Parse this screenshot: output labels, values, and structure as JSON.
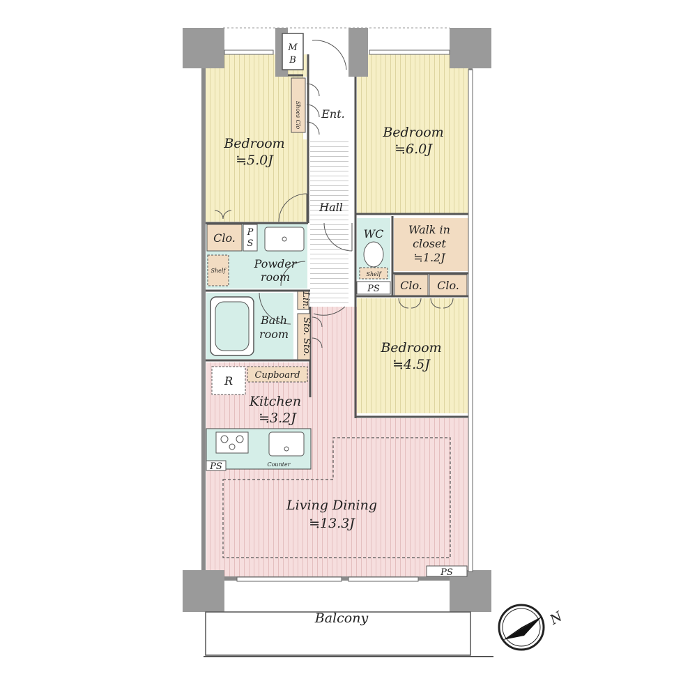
{
  "floorplan": {
    "rooms": {
      "bedroom_west": {
        "name": "Bedroom",
        "size": "≒5.0J"
      },
      "bedroom_north": {
        "name": "Bedroom",
        "size": "≒6.0J"
      },
      "bedroom_east": {
        "name": "Bedroom",
        "size": "≒4.5J"
      },
      "kitchen": {
        "name": "Kitchen",
        "size": "≒3.2J"
      },
      "living_dining": {
        "name": "Living Dining",
        "size": "≒13.3J"
      },
      "walk_in_closet": {
        "line1": "Walk in",
        "line2": "closet",
        "size": "≒1.2J"
      },
      "powder_room": {
        "line1": "Powder",
        "line2": "room"
      },
      "bath_room": {
        "line1": "Bath",
        "line2": "room"
      },
      "wc": "WC",
      "hall": "Hall",
      "entrance": "Ent.",
      "balcony": "Balcony"
    },
    "fixtures": {
      "mb_top": "M",
      "mb_bottom": "B",
      "shoes_closet": "Shoes Clo",
      "closet_west": "Clo.",
      "closet_e1": "Clo.",
      "closet_e2": "Clo.",
      "ps_top": "P",
      "ps_bottom": "S",
      "ps_wc": "PS",
      "ps_kitchen": "PS",
      "ps_living": "PS",
      "shelf_powder": "Shelf",
      "shelf_wc": "Shelf",
      "linen": "Lin.",
      "storage_1": "Sto.",
      "storage_2": "Sto.",
      "refrigerator": "R",
      "cupboard": "Cupboard",
      "counter": "Counter"
    },
    "compass": {
      "north": "N"
    },
    "colors": {
      "bedroom": "#f6efc6",
      "living": "#f6dede",
      "wet_area": "#d5eee8",
      "closet": "#f2dcc2",
      "hall": "#ffffff",
      "wall": "#8a8a8a",
      "column": "#9a9a9a"
    }
  }
}
